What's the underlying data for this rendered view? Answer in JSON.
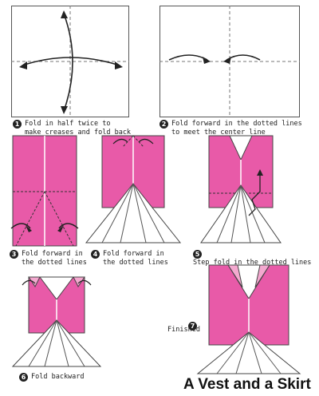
{
  "steps": [
    {
      "num": "1",
      "lines": [
        "Fold in half twice to",
        "make creases and fold back"
      ]
    },
    {
      "num": "2",
      "lines": [
        "Fold forward in the dotted lines",
        "to meet the center line"
      ]
    },
    {
      "num": "3",
      "lines": [
        "Fold forward in",
        "the dotted lines"
      ]
    },
    {
      "num": "4",
      "lines": [
        "Fold forward in",
        "the dotted lines"
      ]
    },
    {
      "num": "5",
      "lines": [
        "Step fold in the dotted lines"
      ]
    },
    {
      "num": "6",
      "lines": [
        "Fold backward"
      ]
    },
    {
      "num": "7",
      "lines": []
    }
  ],
  "finished_label": "Finished",
  "title": "A Vest and a Skirt",
  "colors": {
    "pink": "#e85aa8",
    "line": "#333333"
  }
}
